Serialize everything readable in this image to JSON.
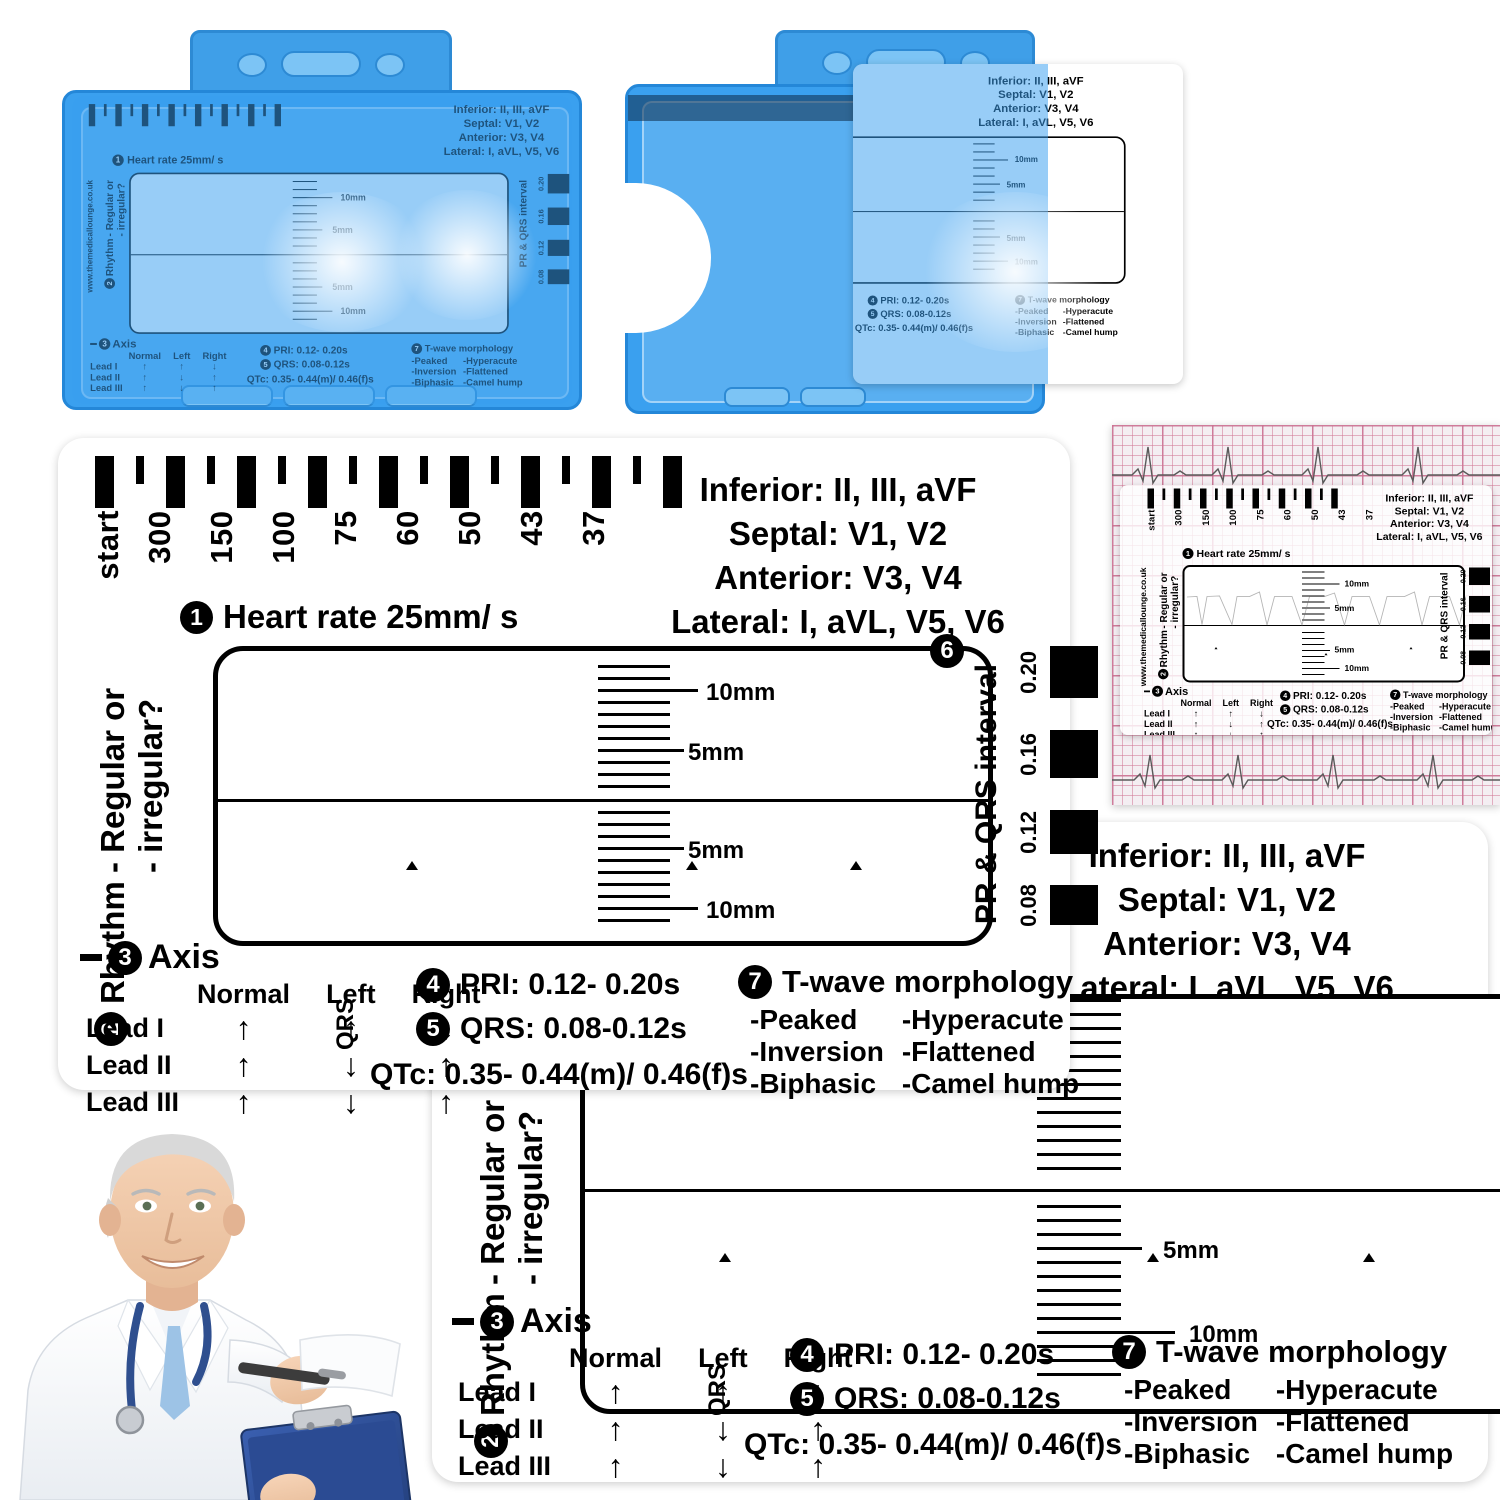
{
  "product": {
    "url": "www.themedicallounge.co.uk"
  },
  "heart_rate_scale": {
    "step_number": "1",
    "caption": "Heart rate 25mm/ s",
    "labels": [
      "start",
      "300",
      "150",
      "100",
      "75",
      "60",
      "50",
      "43",
      "37"
    ]
  },
  "localisation": {
    "lines": [
      "Inferior: II, III, aVF",
      "Septal: V1, V2",
      "Anterior: V3, V4",
      "Lateral: I, aVL, V5, V6"
    ]
  },
  "rhythm": {
    "step_number": "2",
    "title": "Rhythm",
    "options": [
      "- Regular or",
      "- irregular?"
    ]
  },
  "measurement_box": {
    "step_number": "6",
    "upper_labels": [
      "10mm",
      "5mm"
    ],
    "lower_labels": [
      "5mm",
      "10mm"
    ]
  },
  "pr_qrs": {
    "title": "PR & QRS interval",
    "values": [
      "0.20",
      "0.16",
      "0.12",
      "0.08"
    ]
  },
  "axis": {
    "step_number": "3",
    "title": "Axis",
    "side_label": "QRS",
    "columns": [
      "Normal",
      "Left",
      "Right"
    ],
    "rows": [
      {
        "lead": "Lead I",
        "values": [
          "↑",
          "↑",
          "↓"
        ]
      },
      {
        "lead": "Lead II",
        "values": [
          "↑",
          "↓",
          "↑"
        ]
      },
      {
        "lead": "Lead III",
        "values": [
          "↑",
          "↓",
          "↑"
        ]
      }
    ]
  },
  "intervals": {
    "pri": {
      "step_number": "4",
      "text": "PRI: 0.12- 0.20s"
    },
    "qrs": {
      "step_number": "5",
      "text": "QRS: 0.08-0.12s"
    },
    "qtc": {
      "text": "QTc: 0.35- 0.44(m)/ 0.46(f)s"
    }
  },
  "t_wave": {
    "step_number": "7",
    "title": "T-wave morphology",
    "left_column": [
      "-Peaked",
      "-Inversion",
      "-Biphasic"
    ],
    "right_column": [
      "-Hyperacute",
      "-Flattened",
      "-Camel hump"
    ]
  },
  "colors": {
    "holder_blue": "#3aa0ef",
    "holder_blue_dark": "#2487d8",
    "ink": "#000000",
    "card_white": "#ffffff",
    "clipboard_blue": "#2f52a0"
  },
  "views": {
    "holder_front": "blue-badge-holder-front",
    "holder_side": "blue-badge-holder-card-sliding-out",
    "card_large": "ecg-ruler-card-front-large",
    "card_on_ecg_paper": "ecg-ruler-card-over-ecg-strip",
    "card_second": "ecg-ruler-card-front-second",
    "doctor_photo": "smiling-doctor-with-clipboard"
  }
}
